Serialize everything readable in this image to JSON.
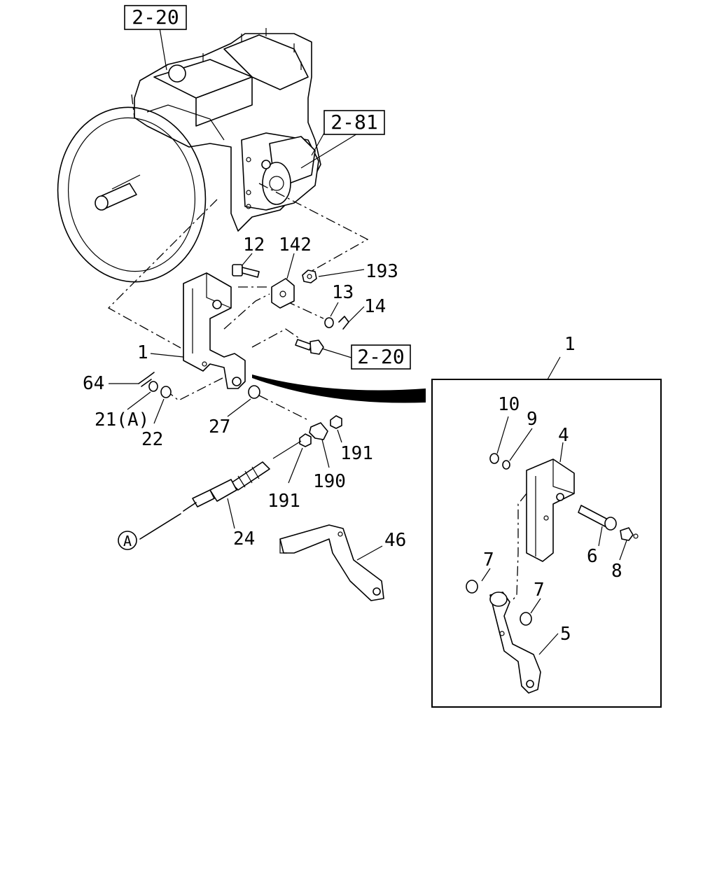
{
  "diagram": {
    "reference_boxes": {
      "top": "2-20",
      "right": "2-81",
      "bolt": "2-20"
    },
    "part_labels": {
      "p12": "12",
      "p142": "142",
      "p193": "193",
      "p13": "13",
      "p14": "14",
      "p1_main": "1",
      "p64": "64",
      "p21a": "21(A)",
      "p22": "22",
      "p27": "27",
      "p191_right": "191",
      "p190": "190",
      "p191_left": "191",
      "p24": "24",
      "p46": "46"
    },
    "callout_marker": "A",
    "detail": {
      "title": "1",
      "labels": {
        "p10": "10",
        "p9": "9",
        "p4": "4",
        "p6": "6",
        "p8": "8",
        "p7_top": "7",
        "p7_bottom": "7",
        "p5": "5"
      }
    }
  }
}
